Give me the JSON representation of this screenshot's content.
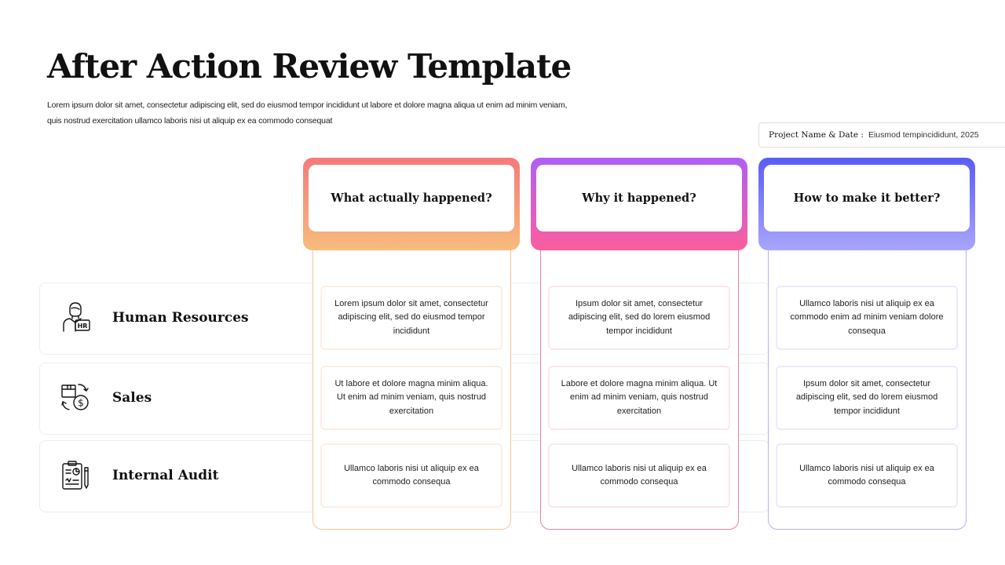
{
  "title": "After Action Review Template",
  "subtitle": "Lorem ipsum dolor sit amet, consectetur adipiscing elit, sed do eiusmod tempor incididunt ut labore et dolore magna aliqua ut enim ad minim veniam, quis nostrud exercitation ullamco laboris nisi ut aliquip ex ea commodo consequat",
  "project": {
    "label": "Project Name & Date :",
    "value": "Eiusmod tempincididunt, 2025"
  },
  "rows": [
    {
      "label": "Human Resources",
      "icon": "hr-person-icon"
    },
    {
      "label": "Sales",
      "icon": "sales-box-dollar-icon"
    },
    {
      "label": "Internal Audit",
      "icon": "audit-clipboard-icon"
    }
  ],
  "columns": [
    {
      "header": "What actually happened?",
      "colors": {
        "top": "#f47a7a",
        "bottom": "#f7bc7c",
        "border": "#f6c79a"
      },
      "cells": [
        "Lorem ipsum dolor sit amet, consectetur adipiscing elit, sed do eiusmod tempor incididunt",
        "Ut labore et dolore magna minim aliqua. Ut enim ad minim veniam, quis nostrud exercitation",
        "Ullamco laboris nisi ut aliquip ex ea commodo consequa"
      ]
    },
    {
      "header": "Why it happened?",
      "colors": {
        "top": "#b05ef5",
        "bottom": "#fd5e9c",
        "border": "#e77fb0"
      },
      "cells": [
        "Ipsum dolor sit amet, consectetur adipiscing elit, sed do lorem eiusmod tempor incididunt",
        "Labore et dolore magna minim aliqua. Ut enim ad minim veniam, quis nostrud exercitation",
        "Ullamco laboris nisi ut aliquip ex ea commodo consequa"
      ]
    },
    {
      "header": "How to make it better?",
      "colors": {
        "top": "#5b5cf6",
        "bottom": "#a8a6fb",
        "border": "#b4b2f3"
      },
      "cells": [
        "Ullamco laboris nisi ut aliquip ex ea commodo enim ad minim veniam dolore consequa",
        "Ipsum dolor sit amet, consectetur adipiscing elit, sed do lorem eiusmod tempor incididunt",
        "Ullamco laboris nisi ut aliquip ex ea commodo consequa"
      ]
    }
  ]
}
